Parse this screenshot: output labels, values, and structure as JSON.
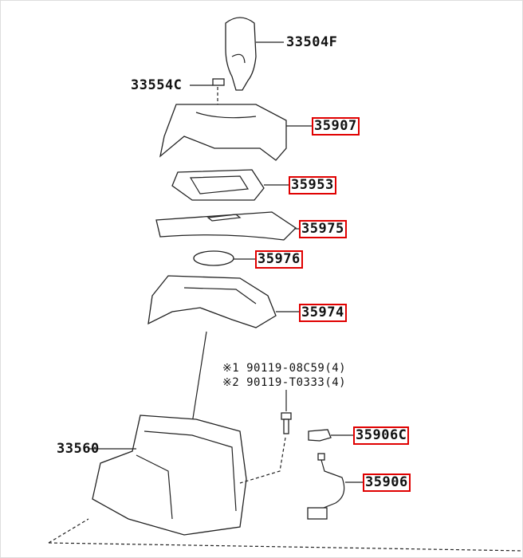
{
  "parts": {
    "knob": "33504F",
    "clip": "33554C",
    "bezel": "35907",
    "plate": "35953",
    "cover": "35975",
    "disc": "35976",
    "housing": "35974",
    "shifter": "33560",
    "bracket": "35906C",
    "harness": "35906"
  },
  "notes": {
    "n1_mark": "※1",
    "n1_text": "90119-08C59(4)",
    "n2_mark": "※2",
    "n2_text": "90119-T0333(4)"
  },
  "highlight_color": "#e00000"
}
